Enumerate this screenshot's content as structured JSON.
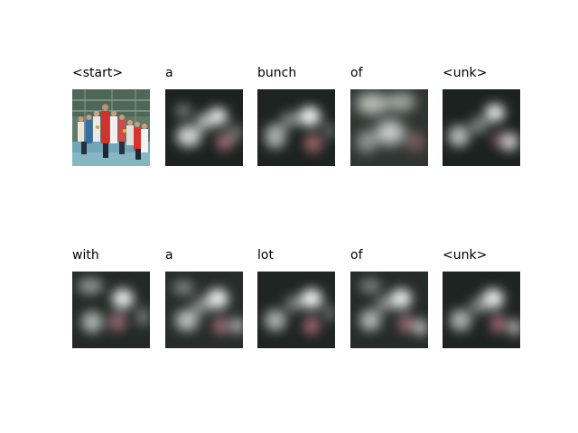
{
  "words": [
    {
      "label": "<start>",
      "image": "original-photo"
    },
    {
      "label": "a",
      "image": "attention-map"
    },
    {
      "label": "bunch",
      "image": "attention-map"
    },
    {
      "label": "of",
      "image": "attention-map"
    },
    {
      "label": "<unk>",
      "image": "attention-map"
    },
    {
      "label": "with",
      "image": "attention-map"
    },
    {
      "label": "a",
      "image": "attention-map"
    },
    {
      "label": "lot",
      "image": "attention-map"
    },
    {
      "label": "of",
      "image": "attention-map"
    },
    {
      "label": "<unk>",
      "image": "attention-map"
    }
  ]
}
